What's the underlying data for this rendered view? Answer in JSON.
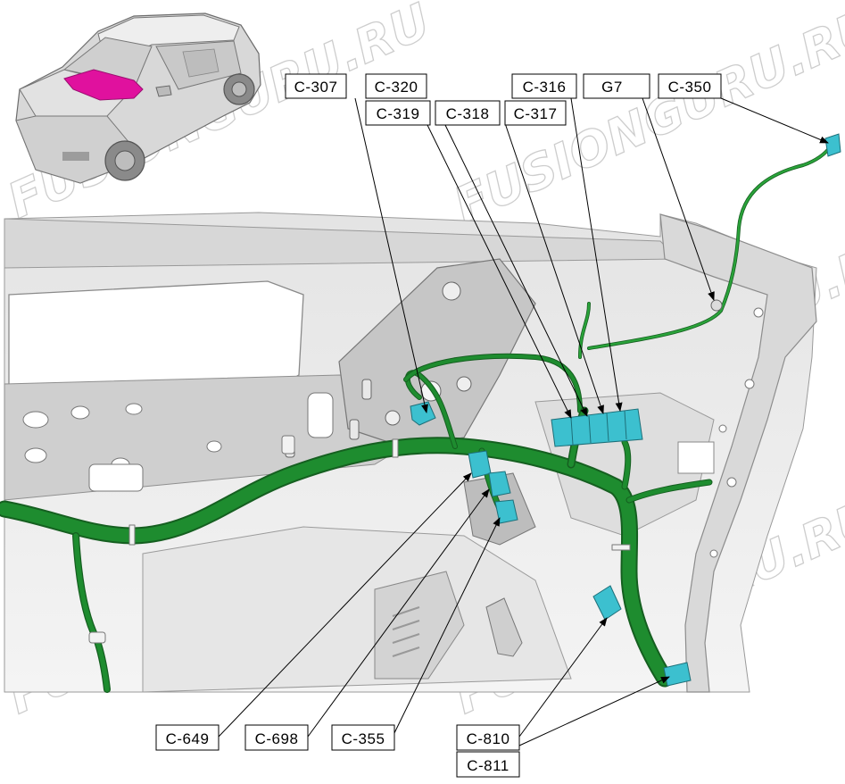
{
  "diagram": {
    "watermark": "FUSIONGURU.RU",
    "harness_color": "#1e8c2f",
    "connector_color": "#3cc0cf",
    "highlight_color": "#e0119e",
    "labels": {
      "c307": "C-307",
      "c320": "C-320",
      "c319": "C-319",
      "c318": "C-318",
      "c317": "C-317",
      "c316": "C-316",
      "g7": "G7",
      "c350": "C-350",
      "c649": "C-649",
      "c698": "C-698",
      "c355": "C-355",
      "c810": "C-810",
      "c811": "C-811"
    }
  }
}
